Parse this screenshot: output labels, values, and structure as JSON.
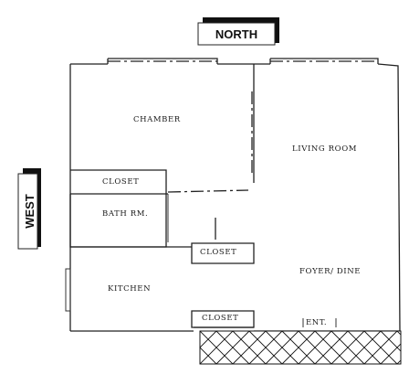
{
  "compass": {
    "north": "NORTH",
    "west": "WEST"
  },
  "rooms": {
    "chamber": "CHAMBER",
    "living_room": "LIVING ROOM",
    "closet_top": "CLOSET",
    "bath_rm": "BATH RM.",
    "closet_mid": "CLOSET",
    "foyer_dine": "FOYER/ DINE",
    "kitchen": "KITCHEN",
    "closet_bottom": "CLOSET",
    "ent": "ENT."
  }
}
